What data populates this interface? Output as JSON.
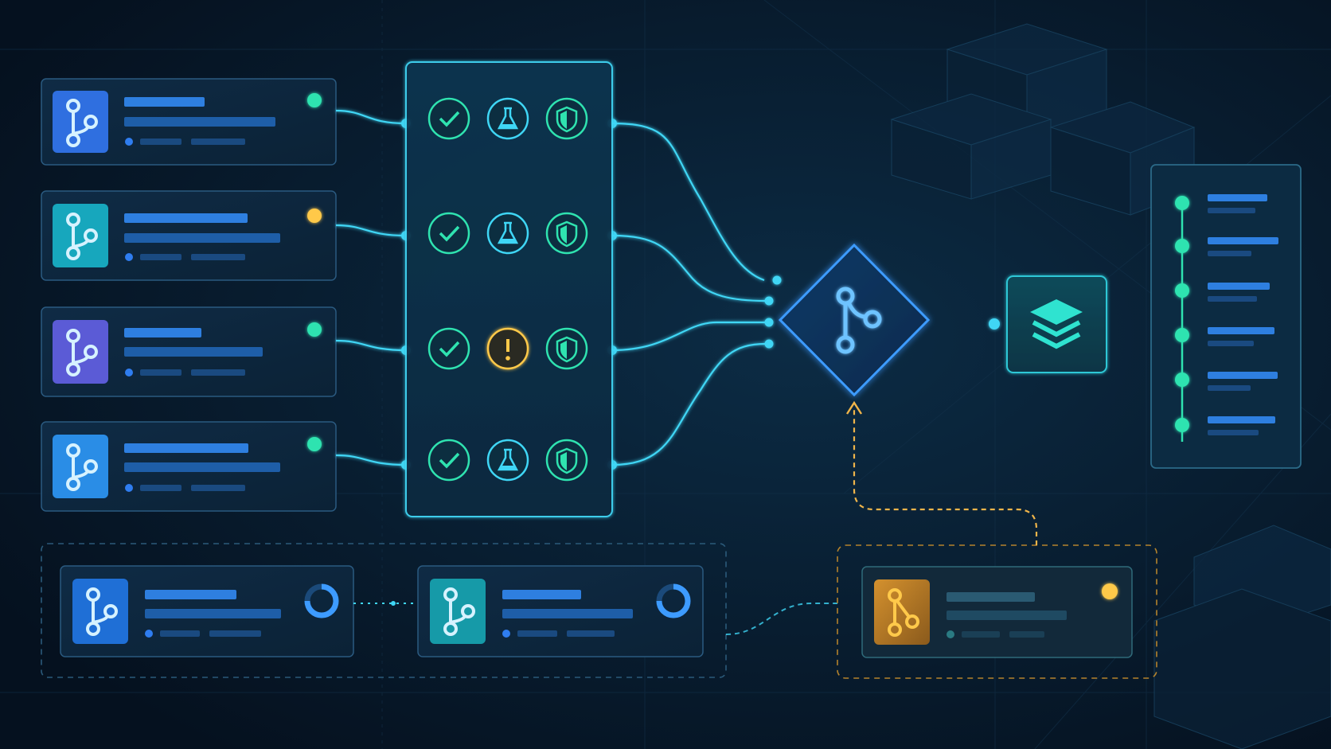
{
  "colors": {
    "background": "#071a2b",
    "accent_cyan": "#3fd6f5",
    "accent_teal": "#2fe3b0",
    "status_green": "#2fe3b0",
    "status_amber": "#ffc94a",
    "branch_blue": "#2f7df0",
    "branch_teal": "#16a3b8",
    "branch_indigo": "#5a5fd8",
    "merge_blue": "#3d9bff",
    "placeholder_bar": "#2e7fe0"
  },
  "branches": [
    {
      "icon": "git-branch-icon",
      "tile_color": "#2f6fe0",
      "status": "ok",
      "status_color": "#2fe3b0"
    },
    {
      "icon": "git-branch-icon",
      "tile_color": "#17a7bd",
      "status": "warning",
      "status_color": "#ffc94a"
    },
    {
      "icon": "git-branch-icon",
      "tile_color": "#5b5bd6",
      "status": "ok",
      "status_color": "#2fe3b0"
    },
    {
      "icon": "git-branch-icon",
      "tile_color": "#2a8de6",
      "status": "ok",
      "status_color": "#2fe3b0"
    }
  ],
  "pipeline_checks": [
    [
      "check-icon",
      "flask-icon",
      "shield-icon"
    ],
    [
      "check-icon",
      "flask-icon",
      "shield-icon"
    ],
    [
      "check-icon",
      "warning-icon",
      "shield-icon"
    ],
    [
      "check-icon",
      "flask-icon",
      "shield-icon"
    ]
  ],
  "merge_node": {
    "icon": "git-merge-icon"
  },
  "build_node": {
    "icon": "layers-icon"
  },
  "timeline": {
    "steps": 6,
    "icon": "commit-dot-icon"
  },
  "pending_branches": [
    {
      "icon": "git-branch-icon",
      "tile_color": "#1f6fd6",
      "progress_icon": "spinner-icon",
      "progress": 0.7
    },
    {
      "icon": "git-branch-icon",
      "tile_color": "#169aa8",
      "progress_icon": "spinner-icon",
      "progress": 0.7
    }
  ],
  "hotfix_branch": {
    "icon": "git-branch-icon",
    "tile_color": "#c8862a",
    "status": "warning",
    "status_color": "#ffc94a"
  }
}
